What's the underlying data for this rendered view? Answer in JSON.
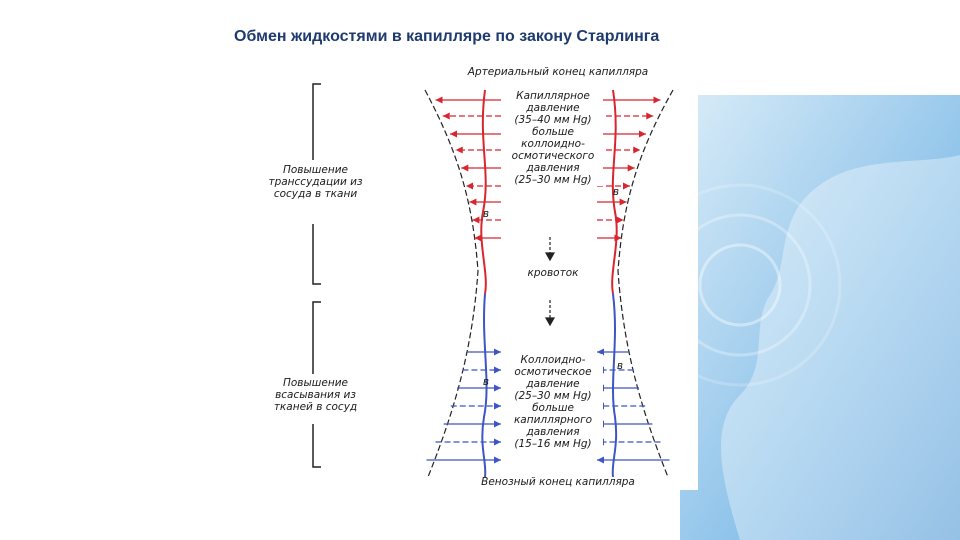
{
  "title": "Обмен жидкостями в капилляре по закону Старлинга",
  "diagram": {
    "top_label": "Артериальный конец капилляра",
    "bottom_label": "Венозный конец капилляра",
    "arterial_text": [
      "Капиллярное",
      "давление",
      "(35–40 мм Hg)",
      "больше",
      "коллоидно-",
      "осмотического",
      "давления",
      "(25–30 мм Hg)"
    ],
    "venous_text": [
      "Коллоидно-",
      "осмотическое",
      "давление",
      "(25–30 мм Hg)",
      "больше",
      "капиллярного",
      "давления",
      "(15–16 мм Hg)"
    ],
    "flow_label": "кровоток",
    "left_top_text": [
      "Повышение",
      "транссудации из",
      "сосуда в ткани"
    ],
    "left_bottom_text": [
      "Повышение",
      "всасывания из",
      "тканей в сосуд"
    ],
    "marker_letter": "в"
  },
  "colors": {
    "arterial": "#d8262f",
    "venous": "#3d56c4",
    "title": "#1f3b6e",
    "background_accent": "#7db6e3"
  }
}
